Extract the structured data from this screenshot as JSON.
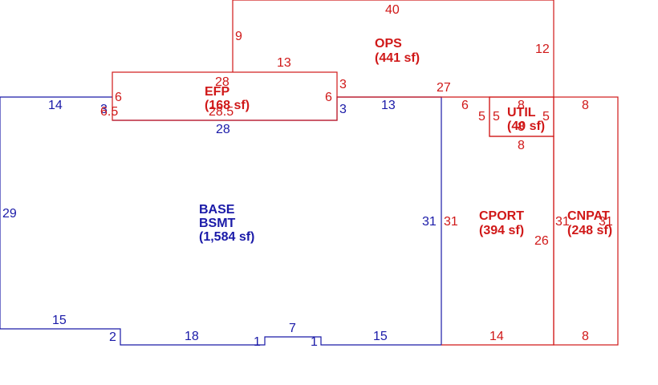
{
  "colors": {
    "base": "#1a1aa8",
    "addition": "#d01818",
    "background": "#ffffff"
  },
  "areas": {
    "base": {
      "name_line1": "BASE",
      "name_line2": "BSMT",
      "area": "(1,584 sf)"
    },
    "efp": {
      "name": "EFP",
      "area": "(168 sf)"
    },
    "ops": {
      "name": "OPS",
      "area": "(441 sf)"
    },
    "util": {
      "name": "UTIL",
      "area": "(40 sf)"
    },
    "cport": {
      "name": "CPORT",
      "area": "(394 sf)"
    },
    "cnpat": {
      "name": "CNPAT",
      "area": "(248 sf)"
    }
  },
  "dims_blue": {
    "left": "29",
    "top_left": "14",
    "top_step": "3",
    "efp_bottom": "28",
    "efp_right_step": "3",
    "top_mid": "13",
    "right": "31",
    "bottom_left": "15",
    "notch_drop": "2",
    "bottom_18": "18",
    "notch_left": "1",
    "notch_top": "7",
    "notch_right": "1",
    "bottom_right": "15"
  },
  "dims_red": {
    "efp_left": "6",
    "efp_left_b": "6.5",
    "efp_top": "28",
    "efp_bottom": "28.5",
    "efp_right": "6",
    "efp_right_top": "3",
    "ops_top": "40",
    "ops_left": "9",
    "ops_mid": "13",
    "ops_right": "12",
    "ops_bottom": "27",
    "cport_top": "6",
    "util_left_out": "5",
    "util_left_in": "5",
    "util_top": "8",
    "util_right": "5",
    "util_inner": "8",
    "util_bottom": "8",
    "cport_left": "31",
    "cport_right_b": "26",
    "cport_right": "31",
    "cport_bottom": "14",
    "cnpat_top": "8",
    "cnpat_right": "31",
    "cnpat_bottom": "8"
  }
}
